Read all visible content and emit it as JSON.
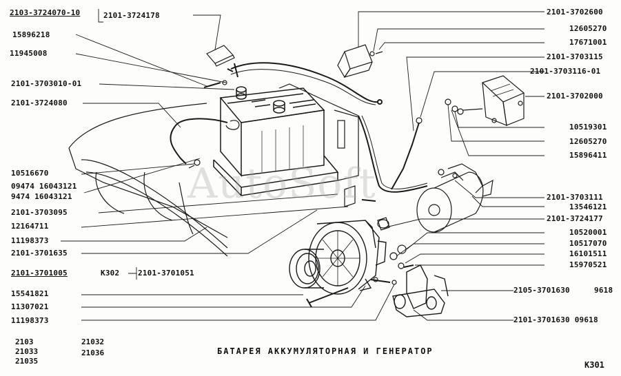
{
  "title": "БАТАРЕЯ АККУМУЛЯТОРНАЯ И ГЕНЕРАТОР",
  "page_code": "К301",
  "watermark": "AutoSoft",
  "models": [
    "2103",
    "21033",
    "21035",
    "21032",
    "21036"
  ],
  "labels_left": {
    "l1a": "2103-3724070-10",
    "l1b": "2101-3724178",
    "l2": "15896218",
    "l3": "11945008",
    "l4": "2101-3703010-01",
    "l5": "2101-3724080",
    "l6": "10516670",
    "l7a": "09474 16043121",
    "l7b": "9474 16043121",
    "l8": "2101-3703095",
    "l9": "12164711",
    "l10": "11198373",
    "l11": "2101-3701635",
    "l12a": "2101-3701005",
    "l12b": "К302",
    "l12c": "2101-3701051",
    "l13": "15541821",
    "l14": "11307021",
    "l15": "11198373"
  },
  "labels_right": {
    "r1": "2101-3702600",
    "r2": "12605270",
    "r3": "17671001",
    "r4": "2101-3703115",
    "r5": "2101-3703116-01",
    "r6": "2101-3702000",
    "r7": "10519301",
    "r8": "12605270",
    "r9": "15896411",
    "r10": "2101-3703111",
    "r11": "13546121",
    "r12": "2101-3724177",
    "r13": "10520001",
    "r14": "10517070",
    "r15": "16101511",
    "r16": "15970521",
    "r17a": "2105-3701630",
    "r17b": "9618",
    "r18": "2101-3701630 09618"
  }
}
